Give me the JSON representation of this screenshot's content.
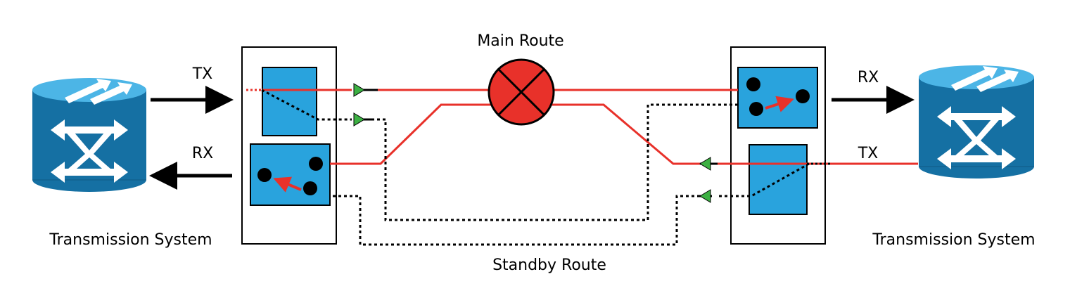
{
  "labels": {
    "main_route": "Main Route",
    "standby_route": "Standby Route",
    "left_system": "Transmission System",
    "right_system": "Transmission System",
    "left_tx": "TX",
    "left_rx": "RX",
    "right_rx": "RX",
    "right_tx": "TX"
  },
  "colors": {
    "main_route_line": "#e8312a",
    "standby_route_line": "#000000",
    "switch_panel": "#29a3dd",
    "device_body": "#1570a3",
    "device_top": "#4cb5e6",
    "fault_fill": "#e8312a",
    "direction_marker": "#3cb043"
  },
  "icons": {
    "transmission_system": "router-cylinder-icon",
    "fault": "x-circle-fault-icon",
    "direction_marker": "green-triangle-arrow-icon"
  }
}
